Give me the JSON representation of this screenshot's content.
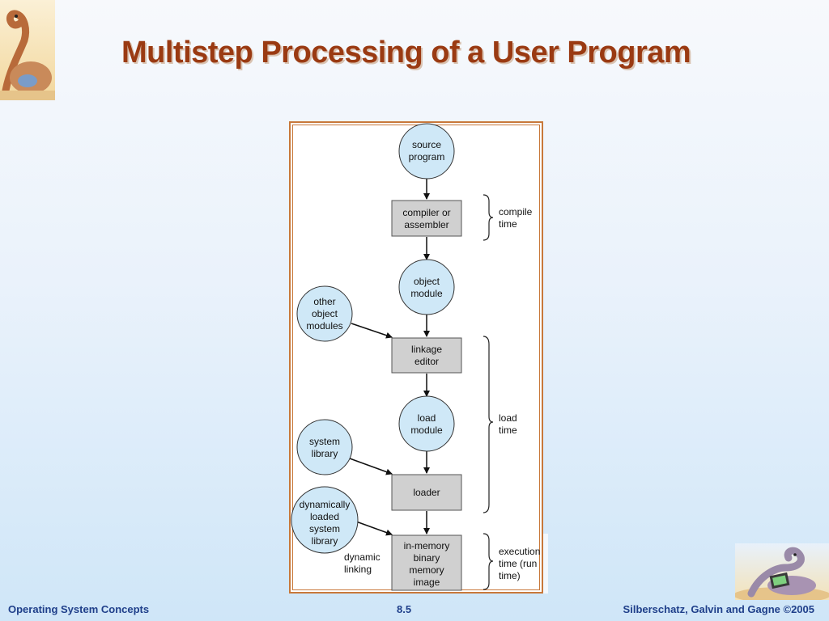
{
  "slide": {
    "title": "Multistep Processing of a User Program"
  },
  "diagram": {
    "nodes": {
      "source_program": [
        "source",
        "program"
      ],
      "compiler": [
        "compiler or",
        "assembler"
      ],
      "object_module": [
        "object",
        "module"
      ],
      "other_object_modules": [
        "other",
        "object",
        "modules"
      ],
      "linkage_editor": [
        "linkage",
        "editor"
      ],
      "load_module": [
        "load",
        "module"
      ],
      "system_library": [
        "system",
        "library"
      ],
      "loader": [
        "loader"
      ],
      "dynamic_library": [
        "dynamically",
        "loaded",
        "system",
        "library"
      ],
      "in_memory_image": [
        "in-memory",
        "binary",
        "memory",
        "image"
      ]
    },
    "annotations": {
      "compile_time": [
        "compile",
        "time"
      ],
      "load_time": [
        "load",
        "time"
      ],
      "execution_time": [
        "execution",
        "time (run",
        "time)"
      ],
      "dynamic_linking": [
        "dynamic",
        "linking"
      ]
    }
  },
  "footer": {
    "left": "Operating System Concepts",
    "center": "8.5",
    "right": "Silberschatz, Galvin and Gagne ©2005"
  },
  "colors": {
    "title": "#9a3a12",
    "circle_fill": "#cfe8f7",
    "box_fill": "#d0d0d0",
    "frame": "#c8783a",
    "footer": "#1f3f8a"
  }
}
